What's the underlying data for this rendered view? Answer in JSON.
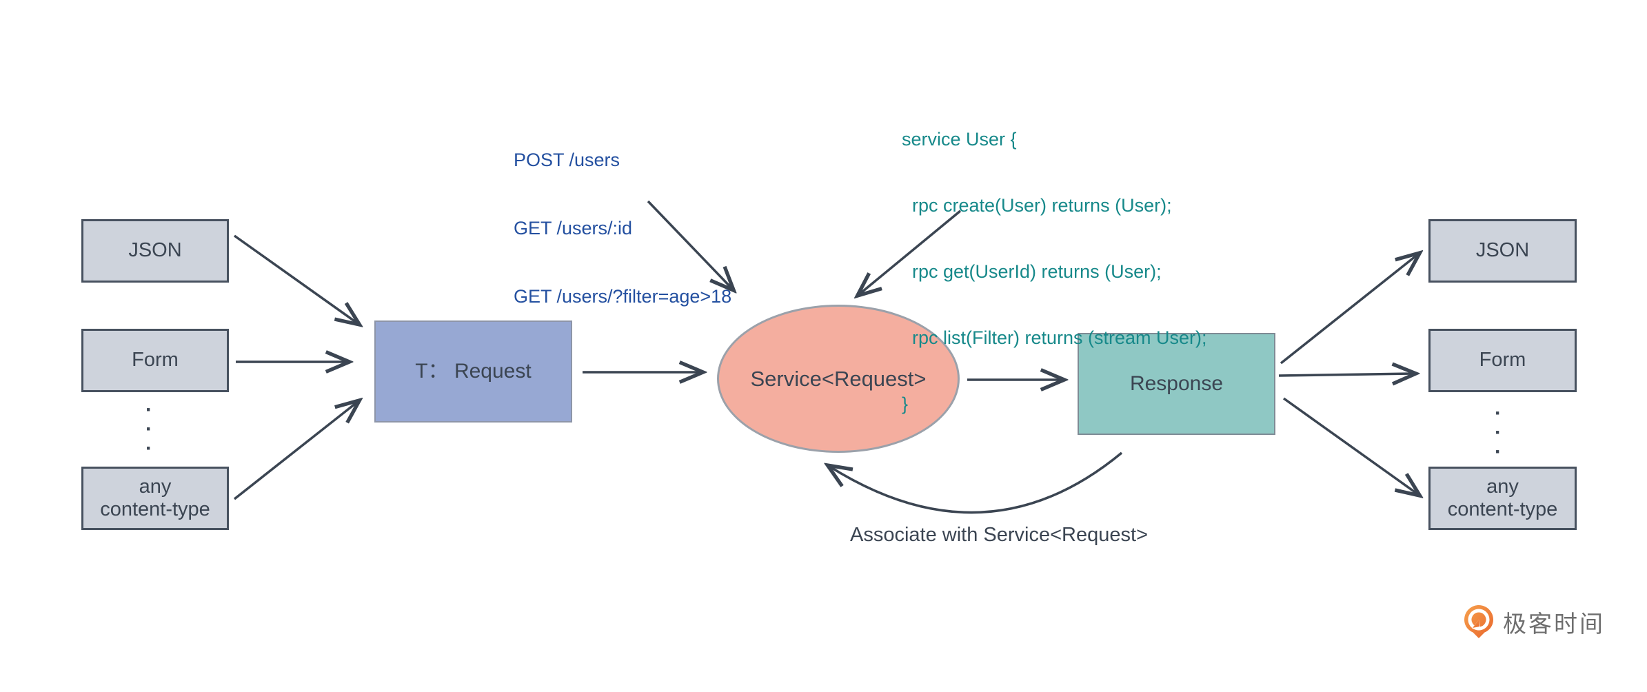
{
  "nodes": {
    "left_sources": [
      {
        "label": "JSON"
      },
      {
        "label": "Form"
      },
      {
        "label": "any\ncontent-type"
      }
    ],
    "right_outputs": [
      {
        "label": "JSON"
      },
      {
        "label": "Form"
      },
      {
        "label": "any\ncontent-type"
      }
    ],
    "request_box": {
      "label": "T： Request"
    },
    "service_ellipse": {
      "label": "Service<Request>"
    },
    "response_box": {
      "label": "Response"
    }
  },
  "annotations": {
    "http_routes": {
      "lines": [
        "POST /users",
        "GET /users/:id",
        "GET /users/?filter=age>18"
      ]
    },
    "grpc_service": {
      "lines": [
        "service User {",
        "  rpc create(User) returns (User);",
        "  rpc get(UserId) returns (User);",
        "  rpc list(Filter) returns (stream User);",
        "}"
      ]
    },
    "associate_label": "Associate with Service<Request>"
  },
  "decor": {
    "dots": [
      "·",
      "·",
      "·"
    ]
  },
  "branding": {
    "logo_icon": "geektime-logo",
    "logo_text": "极客时间"
  },
  "colors": {
    "gray_node_fill": "#ced3dc",
    "gray_node_border": "#47515f",
    "request_fill": "#97a8d3",
    "service_fill": "#f4ae9f",
    "response_fill": "#8fc8c4",
    "arrow": "#3b4552",
    "http_text": "#2450a0",
    "grpc_text": "#17898a",
    "logo_orange": "#ee7b3c",
    "logo_text": "#6e6e6e"
  }
}
